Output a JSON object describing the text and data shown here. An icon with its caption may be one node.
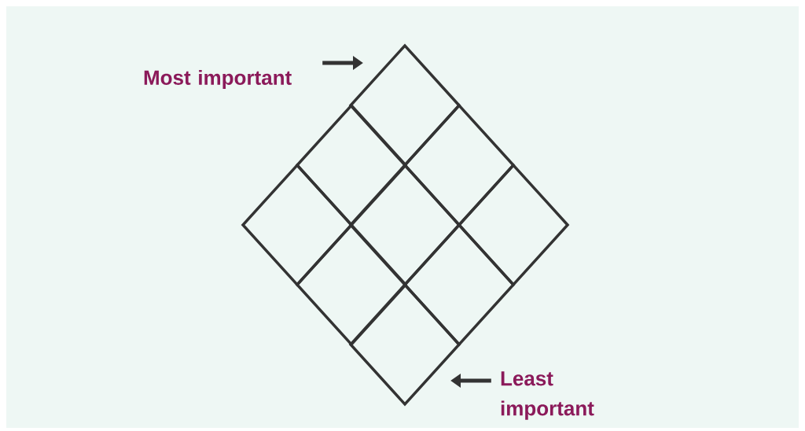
{
  "diagram": {
    "nodes": [
      {
        "text": [
          "Most important"
        ]
      },
      {
        "text": [],
        "shape": "diamond"
      },
      {
        "text": [],
        "shape": "diamond"
      },
      {
        "text": [],
        "shape": "diamond"
      },
      {
        "text": [],
        "shape": "diamond"
      },
      {
        "text": [],
        "shape": "diamond"
      },
      {
        "text": [],
        "shape": "diamond"
      },
      {
        "text": [],
        "shape": "diamond"
      },
      {
        "text": [],
        "shape": "diamond"
      },
      {
        "text": [],
        "shape": "diamond"
      },
      {
        "text": [
          "Least important"
        ]
      }
    ],
    "edges": [
      {
        "from": 0,
        "to": 1,
        "arrow": "to"
      },
      {
        "from": 10,
        "to": 9,
        "arrow": "to"
      }
    ]
  }
}
